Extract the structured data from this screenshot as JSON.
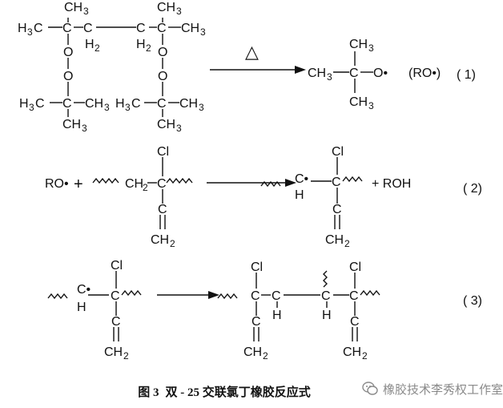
{
  "reactions": [
    {
      "label": "( 1)",
      "condition_symbol": "△",
      "product_label": "(RO•)",
      "product_atoms": {
        "ch3": "CH",
        "center": "C",
        "o_radical": "O•"
      }
    },
    {
      "label": "( 2)",
      "reactant_radical": "RO•",
      "plus": "+",
      "reactant_cl": "Cl",
      "reactant_c": "C",
      "vinyl_c": "C",
      "vinyl_ch": "CH",
      "product_c_radical": "C•",
      "product_h": "H",
      "product_plus_roh": "+ ROH"
    },
    {
      "label": "( 3)"
    }
  ],
  "atoms": {
    "h": "H",
    "c": "C",
    "o": "O",
    "cl": "Cl",
    "ch": "CH",
    "sub2": "2",
    "sub3": "3"
  },
  "caption": {
    "figure": "图 3",
    "title": "双 - 25 交联氯丁橡胶反应式"
  },
  "watermark": "橡胶技术李秀权工作室",
  "colors": {
    "ink": "#111111",
    "watermark": "#8a8a8a"
  }
}
